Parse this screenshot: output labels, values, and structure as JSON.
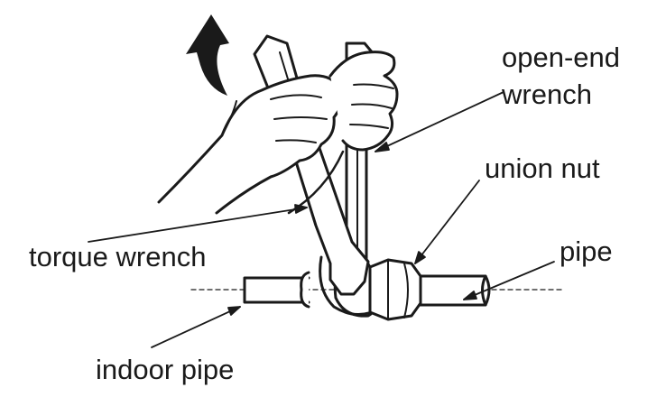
{
  "labels": {
    "open_end_line1": "open-end",
    "open_end_line2": "wrench",
    "union_nut": "union nut",
    "pipe": "pipe",
    "torque_wrench": "torque wrench",
    "indoor_pipe": "indoor pipe"
  },
  "colors": {
    "ink": "#1a1a1a",
    "background": "#ffffff"
  },
  "icons": {
    "rotation": "curved-arrow-icon"
  }
}
